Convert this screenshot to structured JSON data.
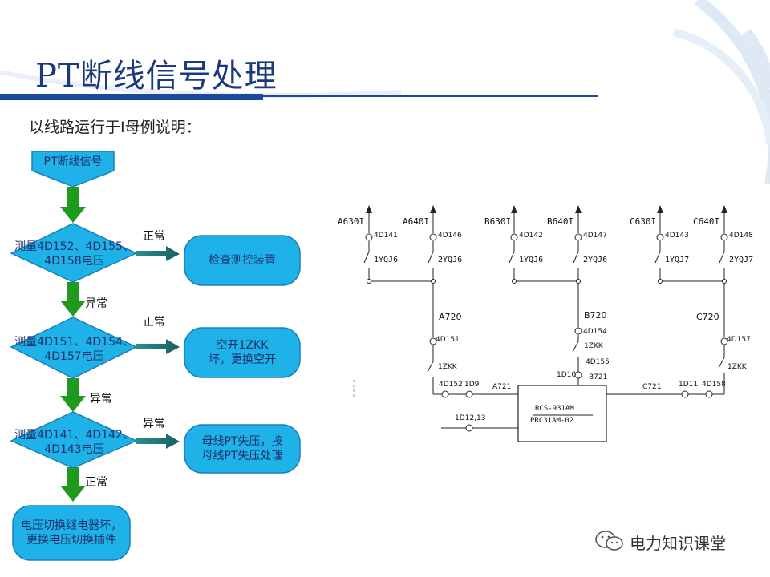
{
  "title": "PT断线信号处理",
  "subtitle": "以线路运行于I母例说明：",
  "flow": {
    "start": "PT断线信号",
    "d1_line1": "测量4D152、4D155、",
    "d1_line2": "4D158电压",
    "d2_line1": "测量4D151、4D154、",
    "d2_line2": "4D157电压",
    "d3_line1": "测量4D141、4D142、",
    "d3_line2": "4D143电压",
    "a1": "检查测控装置",
    "a2_line1": "空开1ZKK",
    "a2_line2": "坏，更换空开",
    "a3_line1": "母线PT失压，按",
    "a3_line2": "母线PT失压处理",
    "end_line1": "电压切换继电器坏，",
    "end_line2": "更换电压切换插件",
    "label_normal": "正常",
    "label_abnormal": "异常"
  },
  "schematic": {
    "cols": [
      {
        "top": "A630I",
        "term": "4D141",
        "relay": "1YQJ6"
      },
      {
        "top": "A640I",
        "term": "4D146",
        "relay": "2YQJ6"
      },
      {
        "top": "B630I",
        "term": "4D142",
        "relay": "1YQJ6"
      },
      {
        "top": "B640I",
        "term": "4D147",
        "relay": "2YQJ6"
      },
      {
        "top": "C630I",
        "term": "4D143",
        "relay": "1YQJ7"
      },
      {
        "top": "C640I",
        "term": "4D148",
        "relay": "2YQJ7"
      }
    ],
    "a720": "A720",
    "b720": "B720",
    "c720": "C720",
    "d151": "4D151",
    "d154": "4D154",
    "d157": "4D157",
    "zkk1": "1ZKK",
    "zkk2": "1ZKK",
    "zkk3": "1ZKK",
    "d155": "4D155",
    "d1d10": "1D10",
    "b721": "B721",
    "d152": "4D152",
    "d1d9": "1D9",
    "a721": "A721",
    "c721": "C721",
    "d1d11": "1D11",
    "d158": "4D158",
    "d1d1213": "1D12,13",
    "dev1": "RCS-931AM",
    "dev2": "PRC31AM-02"
  },
  "watermark": "电力知识课堂",
  "colors": {
    "title": "#1a3a7c",
    "box_fill": "#1fb2e8",
    "box_stroke": "#1a7fb8",
    "arrow_green": "#1f9a1f",
    "arrow_teal": "#2c7a7a"
  }
}
